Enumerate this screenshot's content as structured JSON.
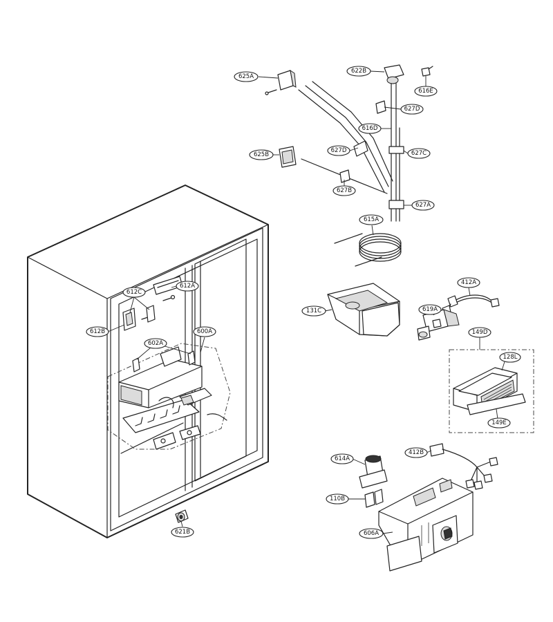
{
  "callouts": [
    {
      "id": "625A",
      "label": "625A"
    },
    {
      "id": "622B",
      "label": "622B"
    },
    {
      "id": "616E",
      "label": "616E"
    },
    {
      "id": "627D-top",
      "label": "627D"
    },
    {
      "id": "616D",
      "label": "616D"
    },
    {
      "id": "625B",
      "label": "625B"
    },
    {
      "id": "627D-mid",
      "label": "627D"
    },
    {
      "id": "627C",
      "label": "627C"
    },
    {
      "id": "627B",
      "label": "627B"
    },
    {
      "id": "627A",
      "label": "627A"
    },
    {
      "id": "615A",
      "label": "615A"
    },
    {
      "id": "612A",
      "label": "612A"
    },
    {
      "id": "612C",
      "label": "612C"
    },
    {
      "id": "412A",
      "label": "412A"
    },
    {
      "id": "131C",
      "label": "131C"
    },
    {
      "id": "619A",
      "label": "619A"
    },
    {
      "id": "612B",
      "label": "612B"
    },
    {
      "id": "600A",
      "label": "600A"
    },
    {
      "id": "149D",
      "label": "149D"
    },
    {
      "id": "602A",
      "label": "602A"
    },
    {
      "id": "128L",
      "label": "128L"
    },
    {
      "id": "149E",
      "label": "149E"
    },
    {
      "id": "412B",
      "label": "412B"
    },
    {
      "id": "614A",
      "label": "614A"
    },
    {
      "id": "110B",
      "label": "110B"
    },
    {
      "id": "606A",
      "label": "606A"
    },
    {
      "id": "621B",
      "label": "621B"
    }
  ]
}
